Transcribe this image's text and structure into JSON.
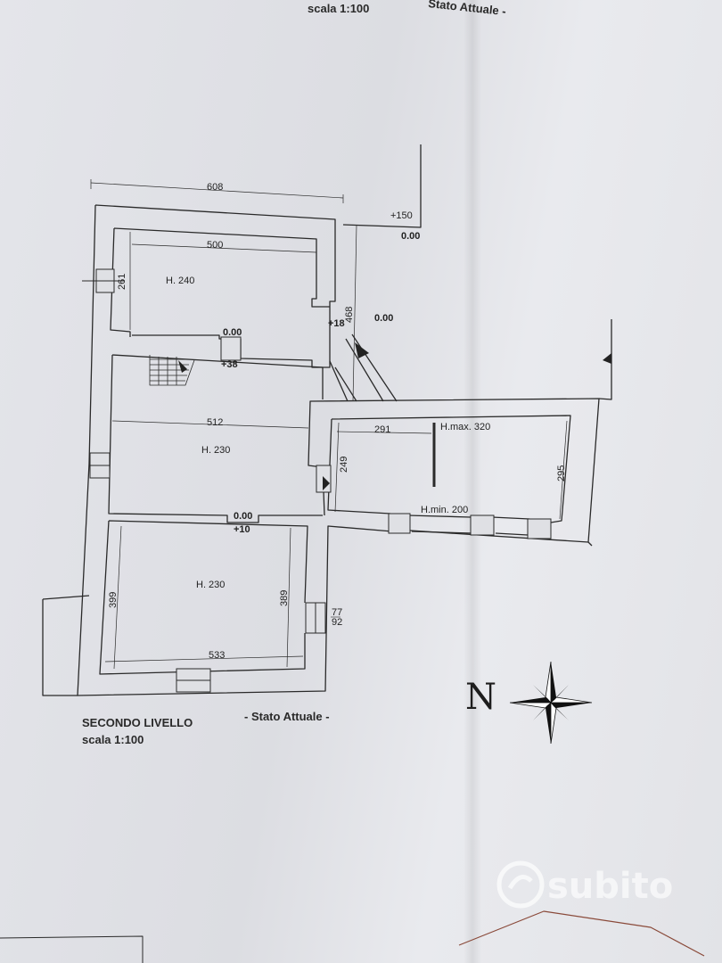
{
  "header": {
    "scale_top": "scala 1:100",
    "state_top": "Stato Attuale -"
  },
  "dimensions": {
    "overall_width": "608",
    "room1_width": "500",
    "room1_depth": "261",
    "middle_width": "512",
    "corridor_depth": "468",
    "east_width": "291",
    "east_depth_left": "249",
    "east_depth_right": "295",
    "room3_depth_left": "399",
    "room3_depth_right": "389",
    "room3_width": "533",
    "window_upper": "77",
    "window_lower": "92"
  },
  "levels": {
    "plus150": "+150",
    "ext_zero": "0.00",
    "corr_zero": "0.00",
    "plus18": "+18",
    "step_zero": "0.00",
    "plus38": "+38",
    "door_zero": "0.00",
    "plus10": "+10"
  },
  "rooms": {
    "room1_height": "H. 240",
    "room2_height": "H. 230",
    "room3_height": "H. 230",
    "east_hmax": "H.max. 320",
    "east_hmin": "H.min. 200"
  },
  "caption": {
    "title": "SECONDO LIVELLO",
    "state": "- Stato Attuale -",
    "scale": "scala 1:100"
  },
  "compass": {
    "label": "N"
  },
  "watermark": {
    "text": "subito"
  },
  "colors": {
    "ink": "#2a2a2a",
    "paper": "#e4e5ea"
  }
}
